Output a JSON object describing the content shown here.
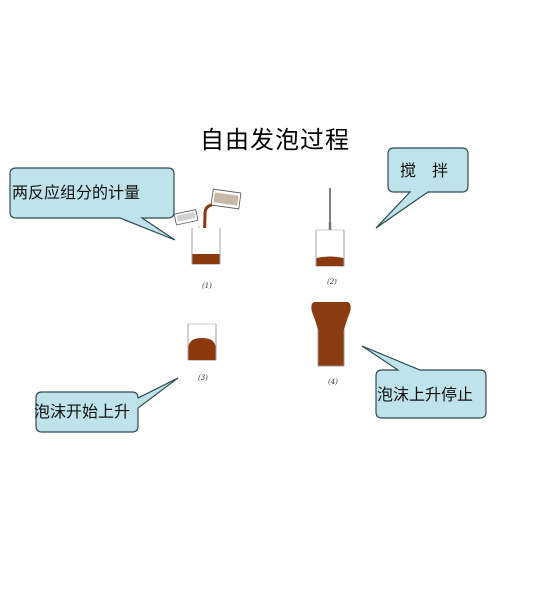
{
  "title": "自由发泡过程",
  "callouts": {
    "metering": "两反应组分的计量",
    "stirring": "搅　拌",
    "foam_start": "泡沫开始上升",
    "foam_stop": "泡沫上升停止"
  },
  "steps": {
    "step1": "(1)",
    "step2": "(2)",
    "step3": "(3)",
    "step4": "(4)"
  },
  "colors": {
    "callout_fill": "#bfe3ea",
    "callout_stroke": "#2e4a57",
    "liquid": "#8b3a10",
    "foam": "#8a3c13",
    "cup_stroke": "#999999"
  }
}
